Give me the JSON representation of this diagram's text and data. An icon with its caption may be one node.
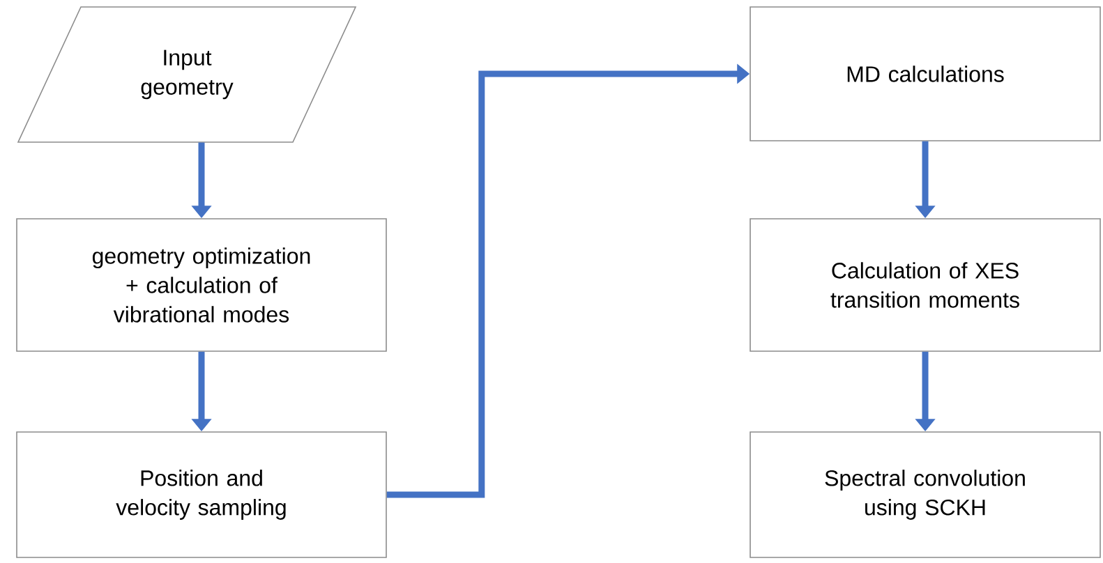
{
  "diagram": {
    "nodes": [
      {
        "text": [
          "Input geometry"
        ]
      },
      {
        "text": [
          "geometry optimization + calculation of vibrational modes"
        ]
      },
      {
        "text": [
          "Position and velocity sampling"
        ]
      },
      {
        "text": [
          "MD calculations"
        ]
      },
      {
        "text": [
          "Calculation of XES transition moments"
        ]
      },
      {
        "text": [
          "Spectral convolution using SCKH"
        ]
      }
    ],
    "edges": [
      {
        "from": 0,
        "to": 1,
        "arrow": "to"
      },
      {
        "from": 1,
        "to": 2,
        "arrow": "to"
      },
      {
        "from": 2,
        "to": 3,
        "arrow": "to"
      },
      {
        "from": 3,
        "to": 4,
        "arrow": "to"
      },
      {
        "from": 4,
        "to": 5,
        "arrow": "to"
      }
    ]
  }
}
